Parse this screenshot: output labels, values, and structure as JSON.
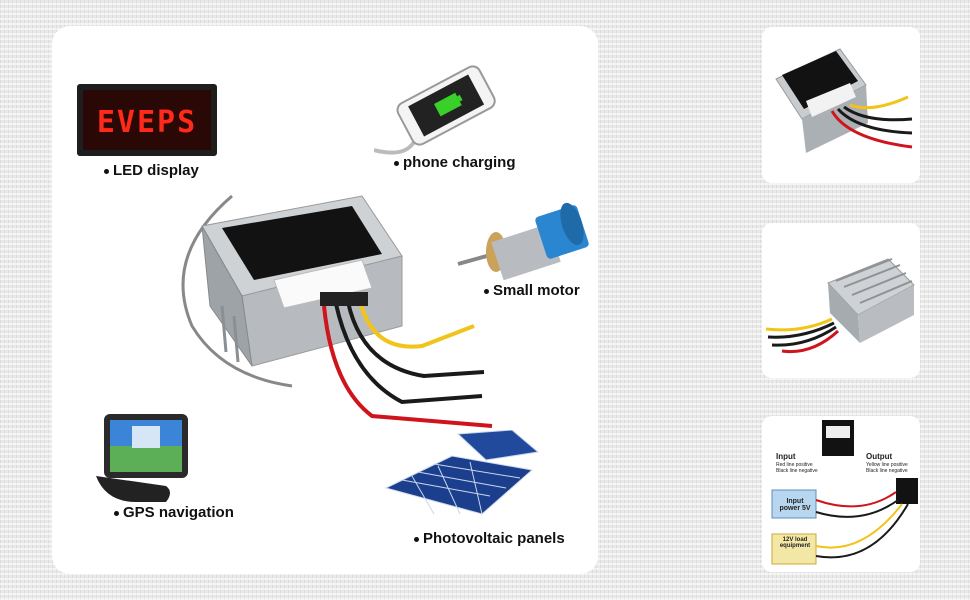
{
  "labels": {
    "led": "LED display",
    "phone": "phone charging",
    "motor": "Small motor",
    "gps": "GPS navigation",
    "pv": "Photovoltaic panels"
  },
  "led_sign_text": "EVEPS",
  "diagram": {
    "input_heading": "Input",
    "output_heading": "Output",
    "input_legend": [
      "Red line positive",
      "Black line negative"
    ],
    "output_legend": [
      "Yellow line positive",
      "Black line negative"
    ],
    "input_box": "Input power 5V",
    "load_box": "12V load equipment"
  },
  "colors": {
    "wire_red": "#d0141c",
    "wire_black": "#1a1a1a",
    "wire_yellow": "#f2c318",
    "led_red": "#ff2a1a"
  }
}
